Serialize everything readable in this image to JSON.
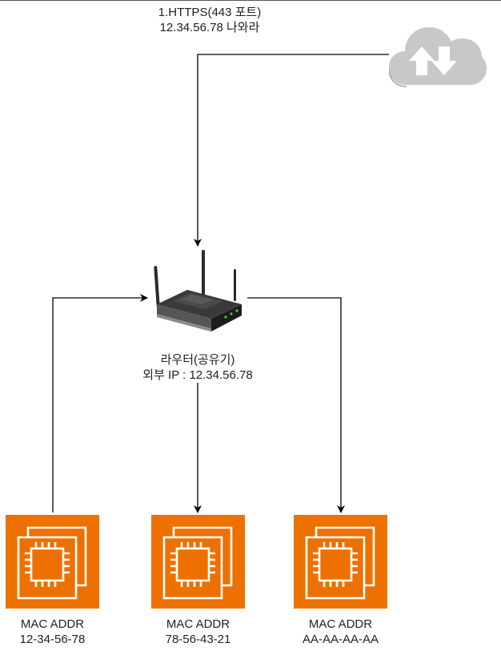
{
  "request": {
    "line1": "1.HTTPS(443 포트)",
    "line2": "12.34.56.78 나와라"
  },
  "router": {
    "name": "라우터(공유기)",
    "external_ip": "외부 IP : 12.34.56.78",
    "icon": "wifi-router-icon"
  },
  "cloud": {
    "icon": "cloud-upload-download-icon"
  },
  "hosts": [
    {
      "label": "MAC ADDR",
      "mac": "12-34-56-78",
      "icon": "ec2-instance-icon"
    },
    {
      "label": "MAC ADDR",
      "mac": "78-56-43-21",
      "icon": "ec2-instance-icon"
    },
    {
      "label": "MAC ADDR",
      "mac": "AA-AA-AA-AA",
      "icon": "ec2-instance-icon"
    }
  ],
  "colors": {
    "host_fill": "#ED7100",
    "cloud_fill": "#c8c8c8",
    "wire": "#000000"
  }
}
